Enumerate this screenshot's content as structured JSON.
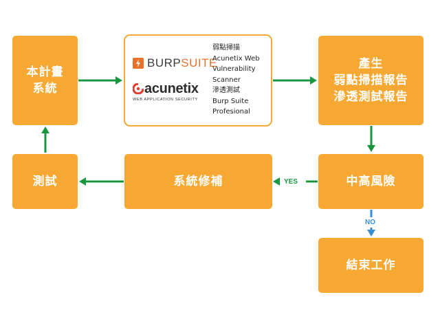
{
  "nodes": {
    "this_project_system": "本計畫\n系統",
    "vuln_scan_tools": {
      "logos": {
        "burpsuite": {
          "text_dark": "BURP",
          "text_accent": "SUITE"
        },
        "acunetix": {
          "wordmark": "acunetix",
          "tagline": "WEB APPLICATION SECURITY"
        }
      },
      "list": "弱點掃描\nAcunetix Web\nVulnerability\nScanner\n滲透測試\nBurp Suite\nProfesional"
    },
    "produce_reports": "產生\n弱點掃描報告\n滲透測試報告",
    "medium_high_risk": "中高風險",
    "system_fix": "系統修補",
    "test": "測試",
    "end_work": "結束工作"
  },
  "edges": {
    "yes_label": "YES",
    "no_label": "NO"
  },
  "colors": {
    "box": "#f7a833",
    "arrow_green": "#1a9641",
    "arrow_blue": "#3a8fd4",
    "burp_accent": "#e8702a",
    "acunetix_red": "#e03c31"
  }
}
